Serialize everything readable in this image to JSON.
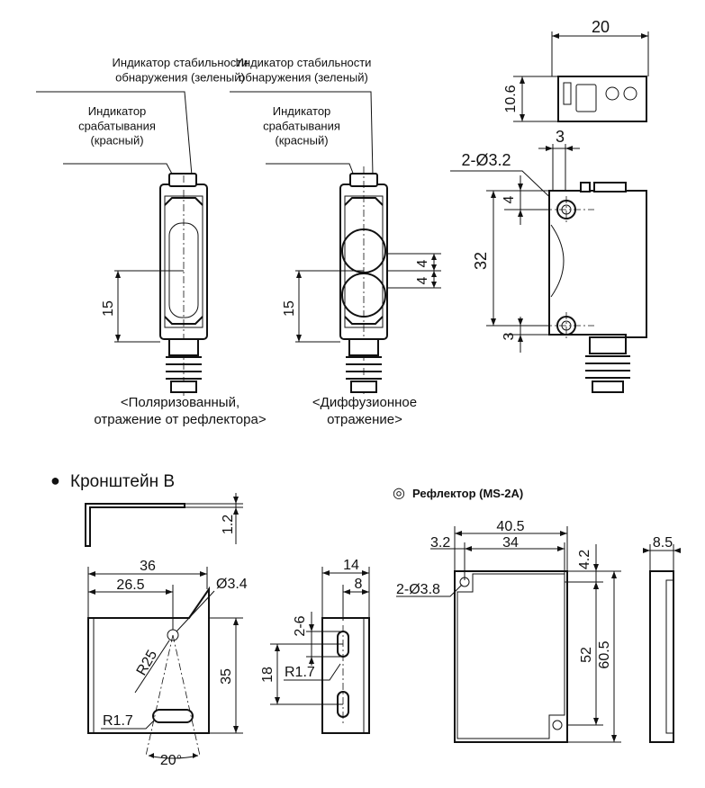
{
  "sensor_front": {
    "callout_stability": "Индикатор стабильности\nобнаружения (зеленый)",
    "callout_operation": "Индикатор\nсрабатывания\n(красный)",
    "dim_15": "15",
    "caption": "<Поляризованный,\nотражение от рефлектора>"
  },
  "sensor_diffuse": {
    "callout_stability": "Индикатор стабильности\nобнаружения (зеленый)",
    "callout_operation": "Индикатор\nсрабатывания\n(красный)",
    "dim_15": "15",
    "dim_4a": "4",
    "dim_4b": "4",
    "caption": "<Диффузионное\nотражение>"
  },
  "sensor_side": {
    "dim_20": "20",
    "dim_10_6": "10.6",
    "dim_3_top": "3",
    "dim_holes": "2-Ø3.2",
    "dim_4": "4",
    "dim_32": "32",
    "dim_3_bottom": "3"
  },
  "bracket": {
    "bullet": "●",
    "title": "Кронштейн B",
    "dim_1_2": "1.2",
    "dim_36": "36",
    "dim_26_5": "26.5",
    "dim_hole": "Ø3.4",
    "dim_r25": "R25",
    "dim_35": "35",
    "dim_r1_7": "R1.7",
    "dim_20deg": "20°",
    "dim_14": "14",
    "dim_8": "8",
    "dim_2_6": "2-6",
    "dim_18": "18",
    "dim_r1_7b": "R1.7"
  },
  "reflector": {
    "symbol": "◎",
    "title": "Рефлектор (MS-2A)",
    "dim_40_5": "40.5",
    "dim_3_2": "3.2",
    "dim_34": "34",
    "dim_4_2": "4.2",
    "dim_holes": "2-Ø3.8",
    "dim_52": "52",
    "dim_60_5": "60.5",
    "dim_8_5": "8.5"
  }
}
